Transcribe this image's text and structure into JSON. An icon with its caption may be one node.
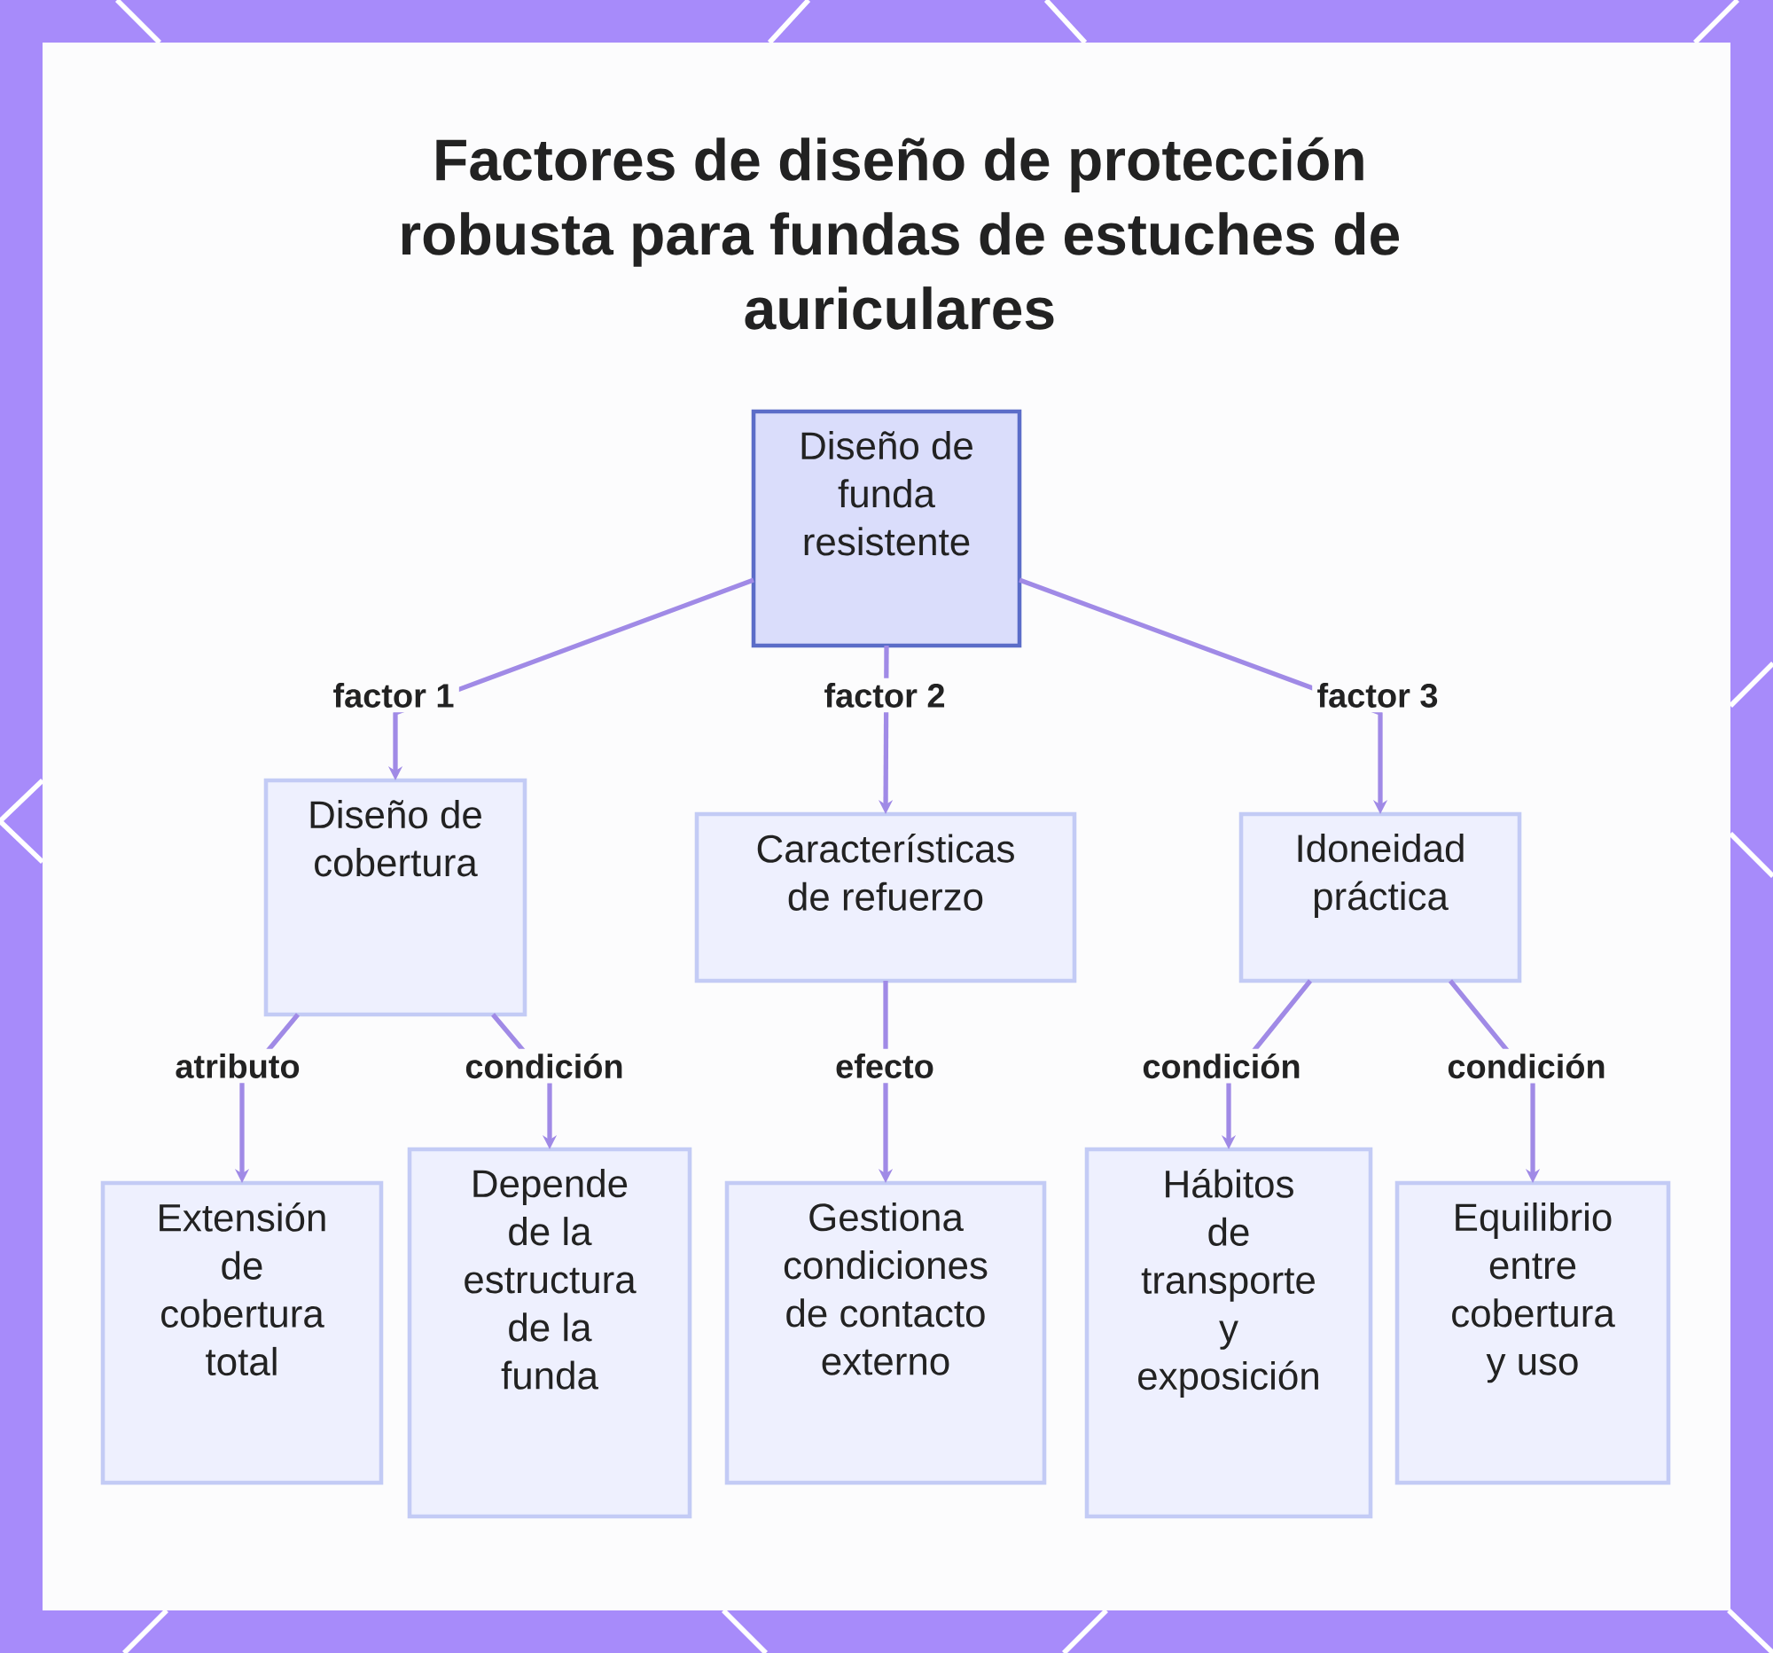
{
  "diagram": {
    "title": "Factores de diseño de protección robusta para fundas de estuches de auriculares",
    "nodes": [
      {
        "text": [
          "Diseño de funda resistente"
        ]
      },
      {
        "text": [
          "Diseño de cobertura"
        ]
      },
      {
        "text": [
          "Características de refuerzo"
        ]
      },
      {
        "text": [
          "Idoneidad práctica"
        ]
      },
      {
        "text": [
          "Extensión de cobertura total"
        ]
      },
      {
        "text": [
          "Depende de la estructura de la funda"
        ]
      },
      {
        "text": [
          "Gestiona condiciones de contacto externo"
        ]
      },
      {
        "text": [
          "Hábitos de transporte y exposición"
        ]
      },
      {
        "text": [
          "Equilibrio entre cobertura y uso"
        ]
      }
    ],
    "edges": [
      {
        "from": 0,
        "to": 1,
        "arrow": "to",
        "label": "factor 1"
      },
      {
        "from": 0,
        "to": 2,
        "arrow": "to",
        "label": "factor 2"
      },
      {
        "from": 0,
        "to": 3,
        "arrow": "to",
        "label": "factor 3"
      },
      {
        "from": 1,
        "to": 4,
        "arrow": "to",
        "label": "atributo"
      },
      {
        "from": 1,
        "to": 5,
        "arrow": "to",
        "label": "condición"
      },
      {
        "from": 2,
        "to": 6,
        "arrow": "to",
        "label": "efecto"
      },
      {
        "from": 3,
        "to": 7,
        "arrow": "to",
        "label": "condición"
      },
      {
        "from": 3,
        "to": 8,
        "arrow": "to",
        "label": "condición"
      }
    ]
  }
}
